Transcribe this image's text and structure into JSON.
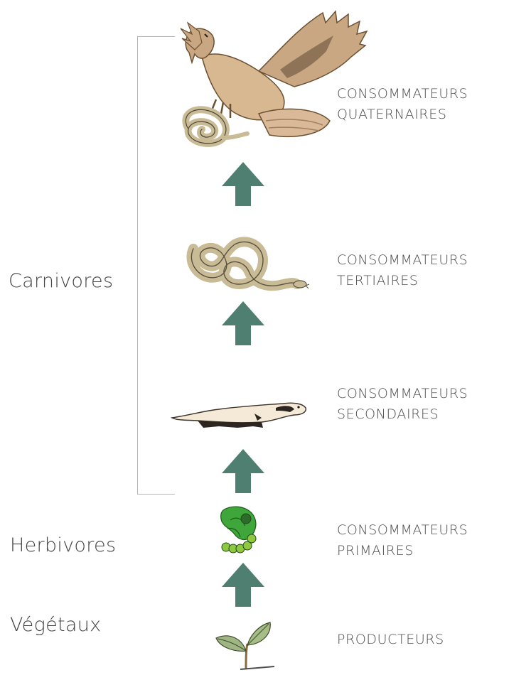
{
  "groups": {
    "carnivores": "Carnivores",
    "herbivores": "Herbivores",
    "vegetaux": "Végétaux"
  },
  "levels": [
    {
      "line1": "CONSOMMATEURS",
      "line2": "QUATERNAIRES",
      "icon": "eagle-with-snake-icon"
    },
    {
      "line1": "CONSOMMATEURS",
      "line2": "TERTIAIRES",
      "icon": "snake-icon"
    },
    {
      "line1": "CONSOMMATEURS",
      "line2": "SECONDAIRES",
      "icon": "ferret-icon"
    },
    {
      "line1": "CONSOMMATEURS",
      "line2": "PRIMAIRES",
      "icon": "caterpillar-icon"
    },
    {
      "line1": "PRODUCTEURS",
      "line2": "",
      "icon": "leaf-sprout-icon"
    }
  ],
  "colors": {
    "arrow": "#4f7f71",
    "bracket": "#b5b5b5",
    "text": "#4a4a4a",
    "eagle": "#c9a783",
    "snake": "#c8bb95",
    "caterpillar": "#3ea63a",
    "leaf": "#9fb583"
  }
}
